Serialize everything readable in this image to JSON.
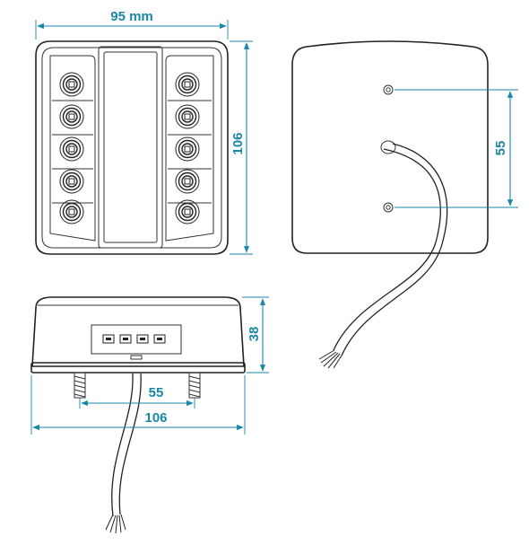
{
  "diagram": {
    "front_view": {
      "width_label": "95 mm",
      "height_label": "106"
    },
    "back_view": {
      "hole_spacing_label": "55"
    },
    "side_view": {
      "height_label": "38",
      "bolt_spacing_label": "55",
      "width_label": "106"
    },
    "colors": {
      "dimension": "#1a86a8",
      "outline": "#222222"
    }
  }
}
